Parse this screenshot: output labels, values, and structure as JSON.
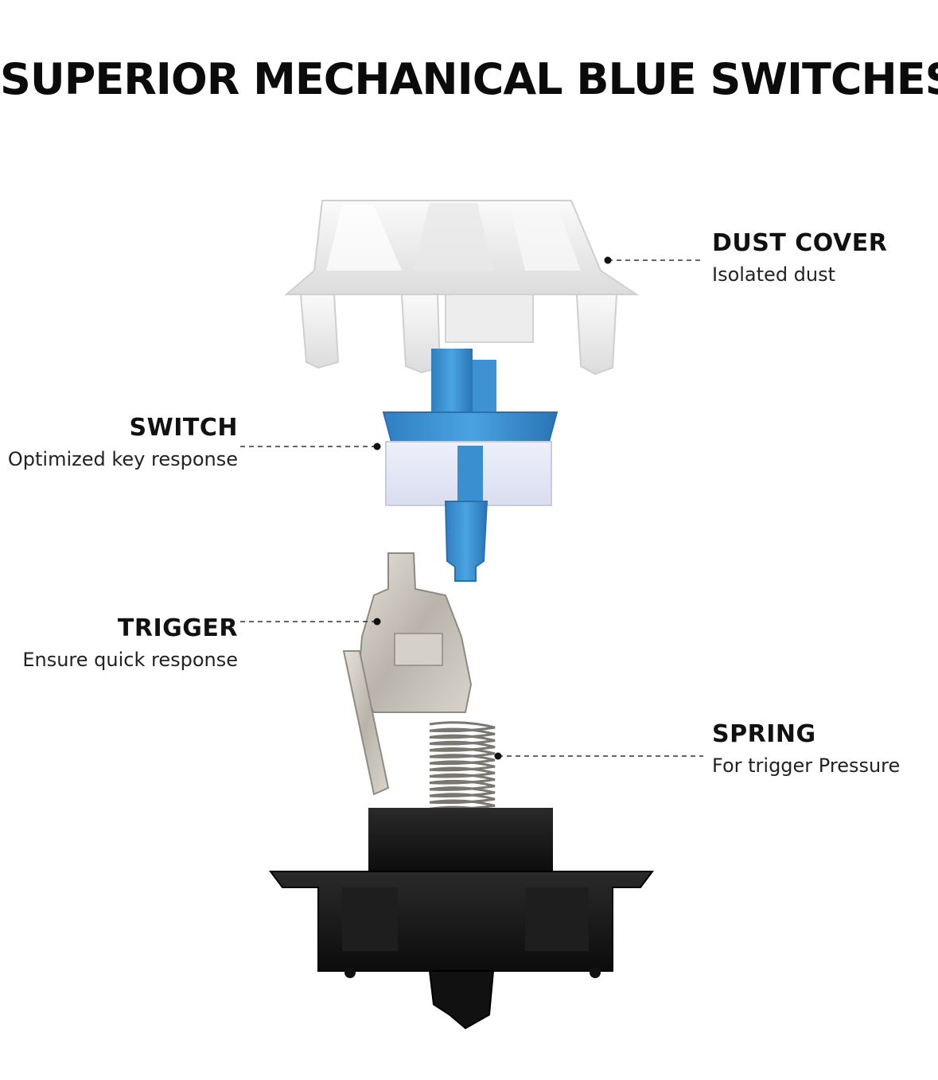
{
  "title": "SUPERIOR MECHANICAL BLUE SWITCHES",
  "parts": {
    "dust_cover": {
      "name": "DUST COVER",
      "desc": "Isolated dust"
    },
    "switch": {
      "name": "SWITCH",
      "desc": "Optimized key response"
    },
    "trigger": {
      "name": "TRIGGER",
      "desc": "Ensure quick response"
    },
    "spring": {
      "name": "SPRING",
      "desc": "For trigger Pressure"
    }
  },
  "colors": {
    "stem_blue": "#3a8fd0",
    "housing_white": "#f2f2f2",
    "base_black": "#151515",
    "metal": "#c9c4bc"
  }
}
